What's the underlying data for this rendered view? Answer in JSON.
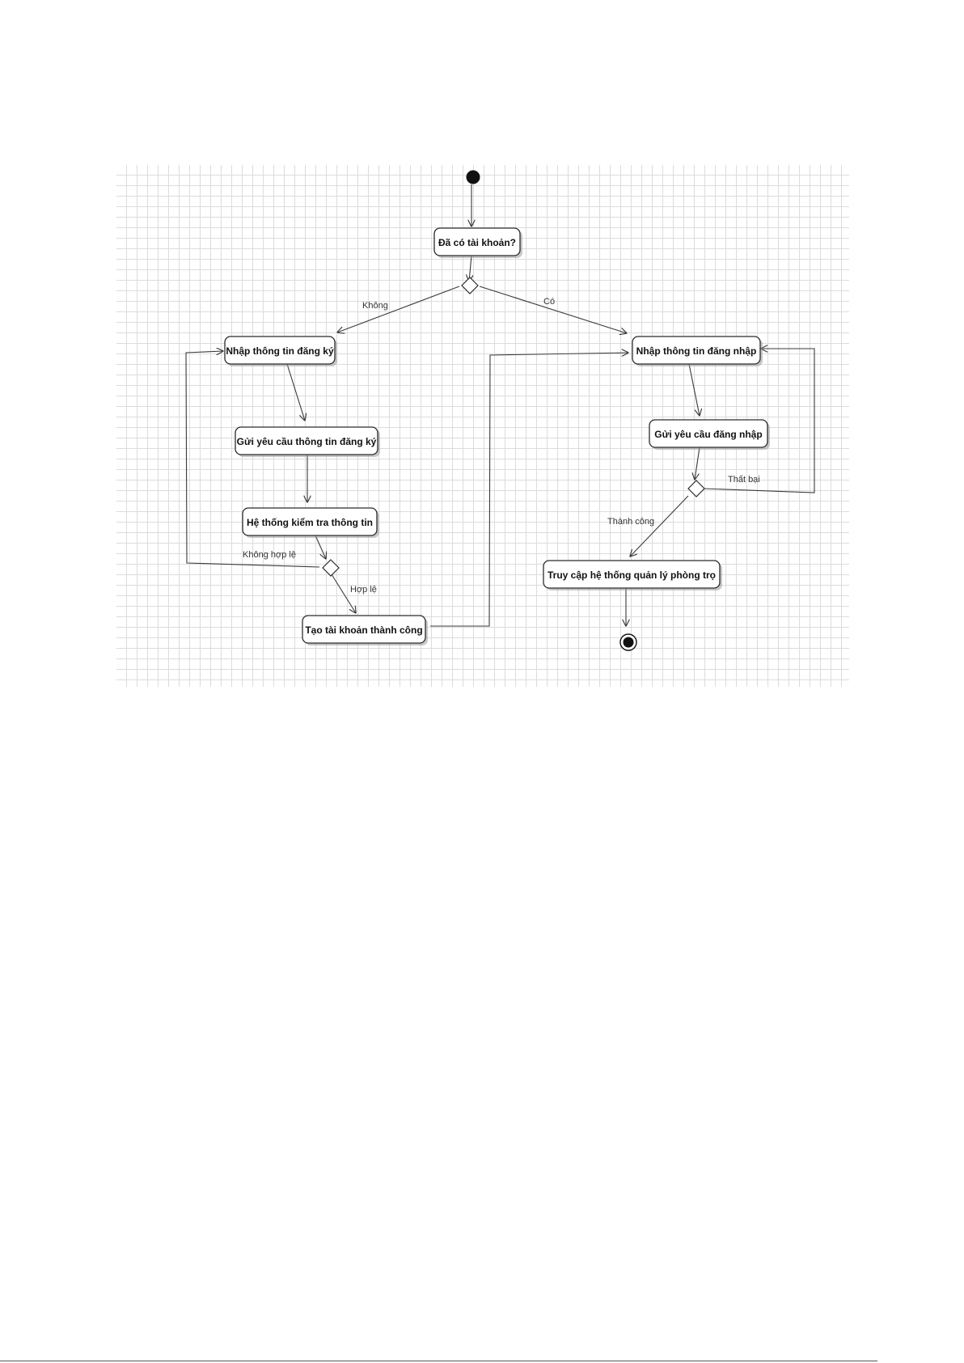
{
  "diagram": {
    "decision_question": "Đã có tài khoản?",
    "branches": {
      "no": "Không",
      "yes": "Có",
      "invalid": "Không hợp lệ",
      "valid": "Hợp lệ",
      "failure": "Thất bại",
      "success": "Thành công"
    },
    "activities": {
      "enter_register_info": "Nhập thông tin đăng ký",
      "send_register_request": "Gửi yêu cầu thông tin đăng ký",
      "system_check_info": "Hệ thống kiểm tra thông tin",
      "create_account_success": "Tạo tài khoản thành công",
      "enter_login_info": "Nhập thông tin đăng nhập",
      "send_login_request": "Gửi yêu cầu đăng nhập",
      "access_system": "Truy cập hệ thống quản lý phòng trọ"
    }
  }
}
